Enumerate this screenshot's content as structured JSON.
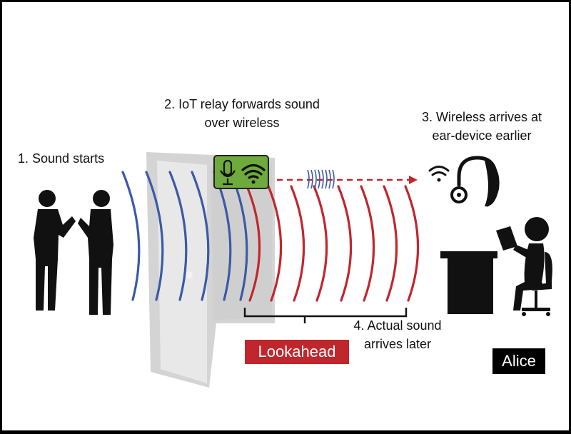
{
  "labels": {
    "step1": "1. Sound starts",
    "step2_line1": "2. IoT relay forwards sound",
    "step2_line2": "over wireless",
    "step3_line1": "3. Wireless arrives at",
    "step3_line2": "ear-device earlier",
    "step4_line1": "4. Actual sound",
    "step4_line2": "arrives later"
  },
  "boxes": {
    "lookahead": "Lookahead",
    "alice": "Alice"
  },
  "colors": {
    "blue_wave": "#3b5aa6",
    "red_wave": "#c0272d",
    "relay_box": "#6faa3c",
    "lookahead_bg": "#c0272d",
    "alice_bg": "#000000",
    "door": "#d4d4d4"
  },
  "icons": {
    "speakers": "people-talking-icon",
    "relay": "microphone-wifi-icon",
    "ear_device": "hearing-aid-icon",
    "listener": "person-at-desk-icon"
  }
}
